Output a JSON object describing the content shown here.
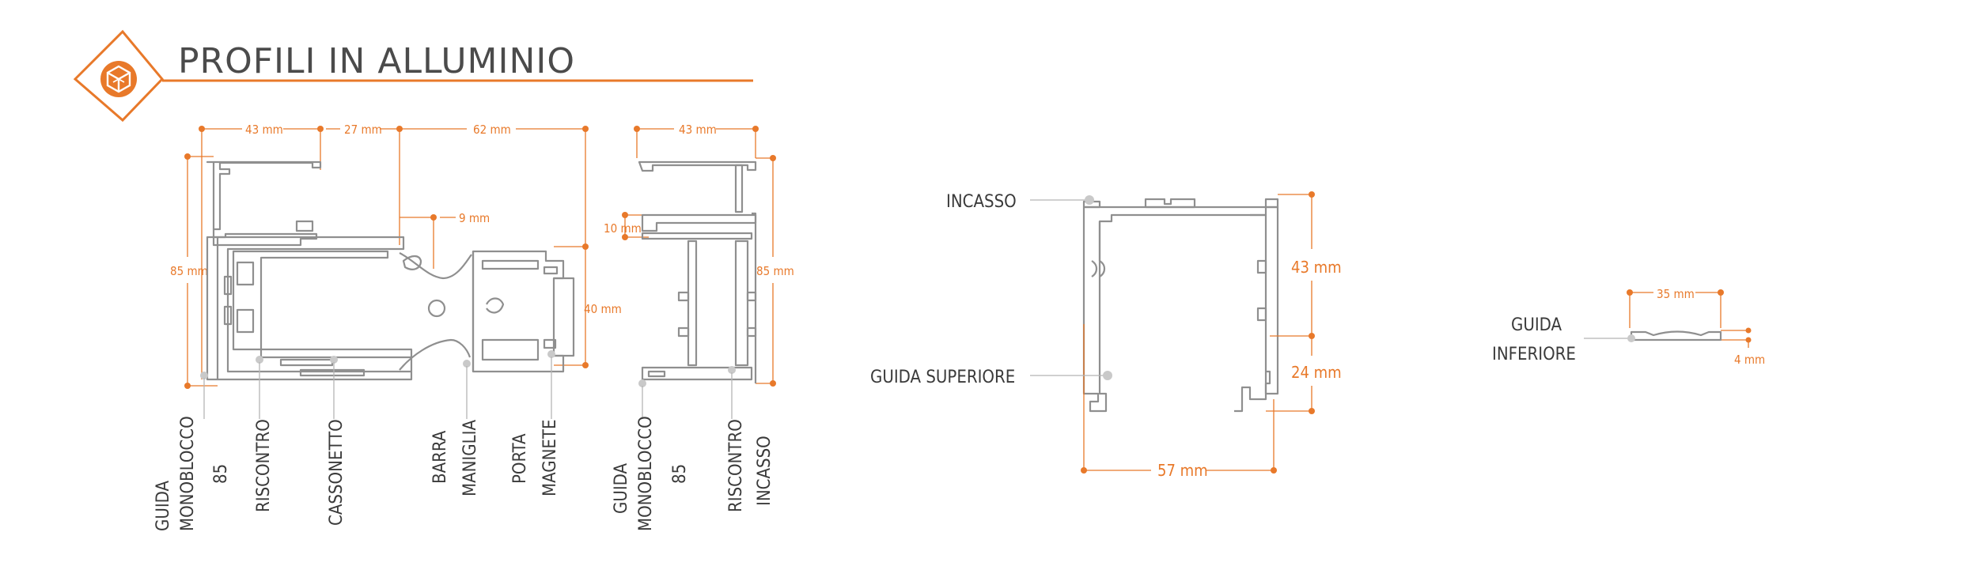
{
  "header": {
    "title": "PROFILI IN ALLUMINIO",
    "icon": "aluminium-profile-cube-icon",
    "accent_color": "#e8792a"
  },
  "left_assembly": {
    "dims": {
      "d43": "43 mm",
      "d27": "27 mm",
      "d62": "62 mm",
      "d9": "9 mm",
      "d85": "85 mm",
      "d40": "40 mm"
    },
    "labels": {
      "guida_line1": "GUIDA",
      "guida_line2": "MONOBLOCCO",
      "guida_line3": "85",
      "riscontro": "RISCONTRO",
      "cassonetto": "CASSONETTO",
      "barra_line1": "BARRA",
      "barra_line2": "MANIGLIA",
      "porta_line1": "PORTA",
      "porta_line2": "MAGNETE"
    }
  },
  "middle_assembly": {
    "dims": {
      "d43": "43 mm",
      "d10": "10 mm",
      "d85": "85 mm"
    },
    "labels": {
      "guida_line1": "GUIDA",
      "guida_line2": "MONOBLOCCO",
      "guida_line3": "85",
      "riscontro_line1": "RISCONTRO",
      "riscontro_line2": "INCASSO"
    }
  },
  "right_assembly": {
    "dims": {
      "d43": "43 mm",
      "d24": "24 mm",
      "d57": "57 mm"
    },
    "labels": {
      "incasso": "INCASSO",
      "guida_superiore": "GUIDA SUPERIORE"
    }
  },
  "guida_inferiore": {
    "dims": {
      "d35": "35 mm",
      "d4": "4 mm"
    },
    "labels": {
      "line1": "GUIDA",
      "line2": "INFERIORE"
    }
  }
}
